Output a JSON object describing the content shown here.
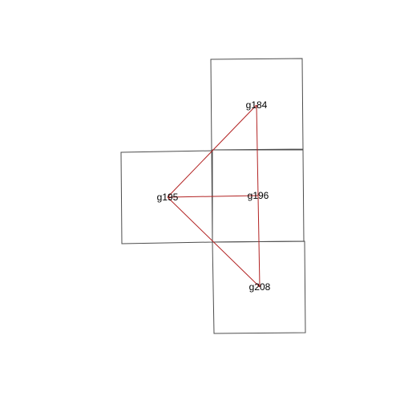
{
  "graph": {
    "colors": {
      "cell_border": "#4d4d4d",
      "edge": "#b22222",
      "label": "#000000",
      "background": "#ffffff"
    },
    "cells": [
      {
        "id": "g184"
      },
      {
        "id": "g195"
      },
      {
        "id": "g196"
      },
      {
        "id": "g208"
      }
    ],
    "nodes": [
      {
        "id": "g184",
        "label": "g184"
      },
      {
        "id": "g195",
        "label": "g195"
      },
      {
        "id": "g196",
        "label": "g196"
      },
      {
        "id": "g208",
        "label": "g208"
      }
    ],
    "edges": [
      {
        "from": "g195",
        "to": "g184"
      },
      {
        "from": "g195",
        "to": "g196"
      },
      {
        "from": "g195",
        "to": "g208"
      },
      {
        "from": "g184",
        "to": "g208"
      }
    ]
  }
}
